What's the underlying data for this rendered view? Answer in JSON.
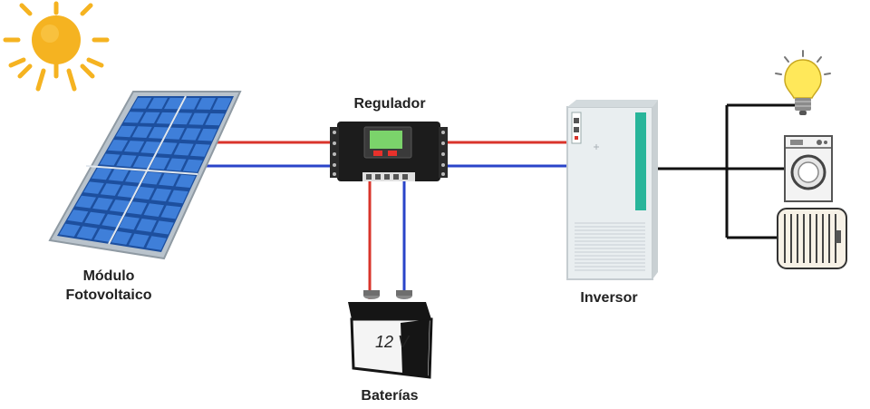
{
  "labels": {
    "panel_line1": "Módulo",
    "panel_line2": "Fotovoltaico",
    "regulator": "Regulador",
    "inverter": "Inversor",
    "battery": "Baterías",
    "battery_voltage": "12 V"
  },
  "colors": {
    "positive_wire": "#d9342b",
    "negative_wire": "#2a44c9",
    "ac_wire": "#111111",
    "sun": "#f5b321",
    "panel_cell": "#3f7fd9",
    "panel_frame": "#b9c3cc",
    "regulator_body": "#1c1c1c",
    "regulator_screen": "#7bd36b",
    "inverter_body": "#e9eef0",
    "inverter_accent": "#28b59a",
    "bulb": "#ffe85a"
  }
}
